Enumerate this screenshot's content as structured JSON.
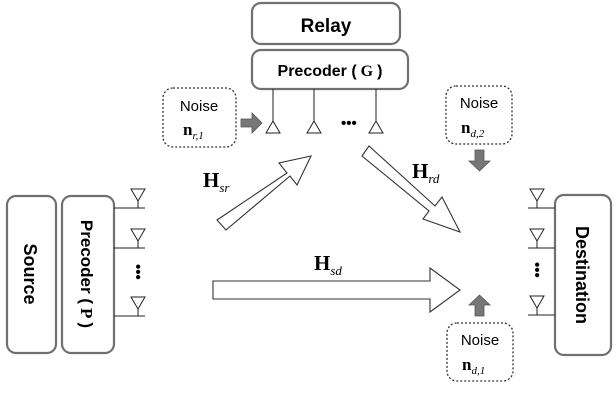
{
  "relay": {
    "title": "Relay",
    "precoder_label": "Precoder (",
    "precoder_symbol": "G",
    "precoder_close": ")"
  },
  "source": {
    "title": "Source",
    "precoder_label": "Precoder (",
    "precoder_symbol": "P",
    "precoder_close": ")"
  },
  "destination": {
    "title": "Destination"
  },
  "noise": {
    "label": "Noise",
    "relay": {
      "symbol": "n",
      "subscript": "r,1"
    },
    "dest_top": {
      "symbol": "n",
      "subscript": "d,2"
    },
    "dest_bottom": {
      "symbol": "n",
      "subscript": "d,1"
    }
  },
  "channels": {
    "sr": {
      "symbol": "H",
      "subscript": "sr"
    },
    "rd": {
      "symbol": "H",
      "subscript": "rd"
    },
    "sd": {
      "symbol": "H",
      "subscript": "sd"
    }
  },
  "ellipsis": "•••",
  "colors": {
    "box_border": "#707070",
    "arrow_fill": "#777777"
  }
}
